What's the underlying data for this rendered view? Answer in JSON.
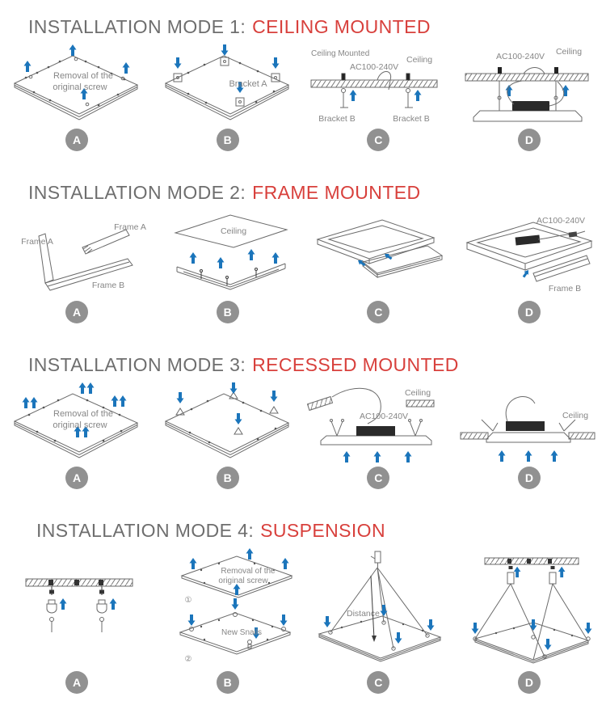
{
  "colors": {
    "title_gray": "#6e6e6e",
    "title_red": "#d8403c",
    "line_gray": "#6b6b6b",
    "arrow_blue": "#1b75bb",
    "badge_gray": "#919191",
    "label_gray": "#868686",
    "driver_black": "#2a2a2a"
  },
  "sections": [
    {
      "title_prefix": "INSTALLATION MODE 1:",
      "title_highlight": "CEILING MOUNTED",
      "badges": [
        "A",
        "B",
        "C",
        "D"
      ],
      "labels": {
        "a_line1": "Removal of the",
        "a_line2": "original screw",
        "b_bracket_a": "Bracket A",
        "c_ceiling_mounted": "Ceiling Mounted",
        "c_power": "AC100-240V",
        "c_ceiling": "Ceiling",
        "c_bracket_b_left": "Bracket B",
        "c_bracket_b_right": "Bracket B",
        "d_power": "AC100-240V",
        "d_ceiling": "Ceiling"
      }
    },
    {
      "title_prefix": "INSTALLATION MODE 2:",
      "title_highlight": "FRAME MOUNTED",
      "badges": [
        "A",
        "B",
        "C",
        "D"
      ],
      "labels": {
        "a_frame_a_right": "Frame A",
        "a_frame_a_left": "Frame A",
        "a_frame_b": "Frame B",
        "b_ceiling": "Ceiling",
        "d_power": "AC100-240V",
        "d_frame_b": "Frame B"
      }
    },
    {
      "title_prefix": "INSTALLATION MODE 3:",
      "title_highlight": "RECESSED MOUNTED",
      "badges": [
        "A",
        "B",
        "C",
        "D"
      ],
      "labels": {
        "a_line1": "Removal of the",
        "a_line2": "original screw",
        "c_power": "AC100-240V",
        "c_ceiling": "Ceiling",
        "d_ceiling": "Ceiling"
      }
    },
    {
      "title_prefix": "INSTALLATION MODE 4:",
      "title_highlight": "SUSPENSION",
      "badges": [
        "A",
        "B",
        "C",
        "D"
      ],
      "labels": {
        "b_line1": "Removal of the",
        "b_line2": "original screw",
        "b_step1": "①",
        "b_new_snails": "New Snails",
        "b_step2": "②",
        "c_distance": "Distance"
      }
    }
  ]
}
